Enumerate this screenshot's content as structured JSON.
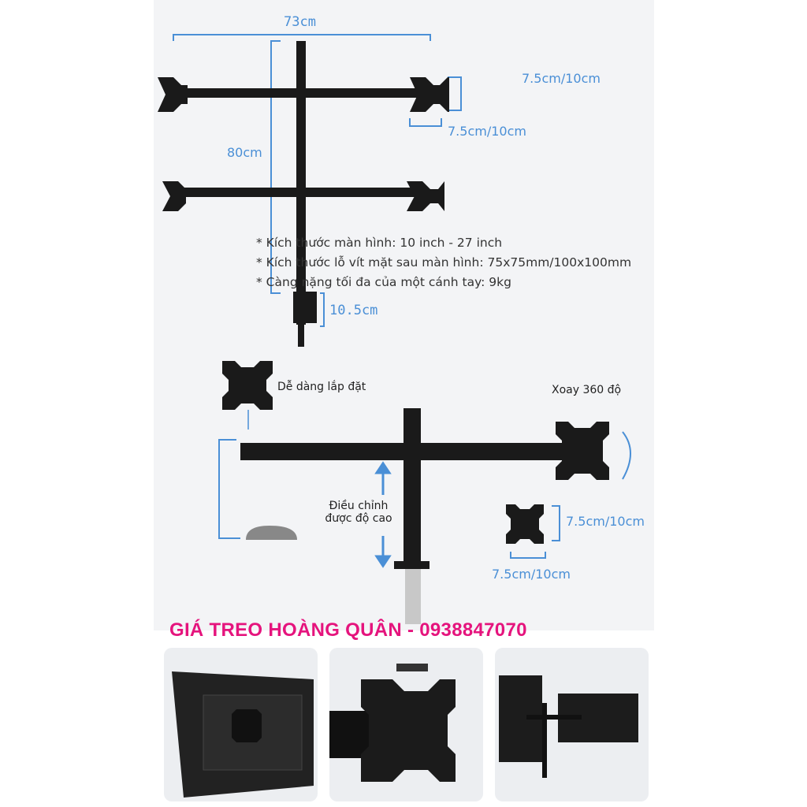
{
  "dimensions": {
    "width_total": "73cm",
    "height_total": "80cm",
    "clamp_height": "10.5cm",
    "vesa_top_vertical": "7.5cm/10cm",
    "vesa_top_horizontal": "7.5cm/10cm",
    "vesa_bottom_vertical": "7.5cm/10cm",
    "vesa_bottom_horizontal": "7.5cm/10cm"
  },
  "specs": [
    "* Kích thước màn hình: 10 inch - 27 inch",
    "* Kích thước lỗ vít mặt sau màn hình: 75x75mm/100x100mm",
    "* Càng nặng tối đa của một cánh tay: 9kg"
  ],
  "features": {
    "easy_install": "Dễ dàng lắp đặt",
    "rotate": "Xoay 360 độ",
    "height_adjust_line1": "Điều chỉnh",
    "height_adjust_line2": "được độ cao"
  },
  "banner": "GIÁ TREO HOÀNG QUÂN - 0938847070",
  "colors": {
    "accent_blue": "#4a8fd6",
    "banner_pink": "#e5147d",
    "mount_black": "#1a1a1a"
  }
}
